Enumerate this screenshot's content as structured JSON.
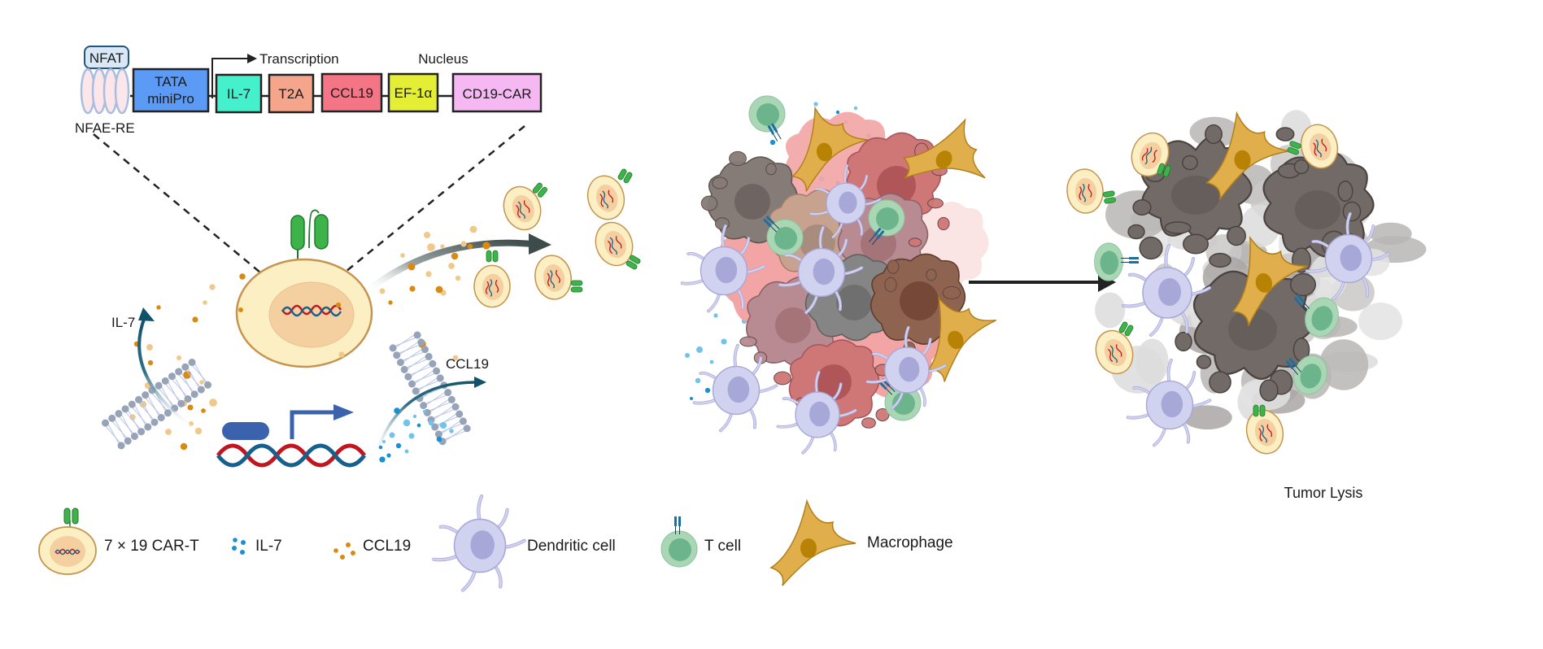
{
  "construct": {
    "nfat_label": "NFAT",
    "response_element_label": "NFAE-RE",
    "transcription_label": "Transcription",
    "nucleus_label": "Nucleus",
    "promoter": {
      "line1": "TATA",
      "line2": "miniPro",
      "color": "#5b9bf5"
    },
    "segments": [
      {
        "label": "IL-7",
        "color": "#45f0cc"
      },
      {
        "label": "T2A",
        "color": "#f5a58c"
      },
      {
        "label": "CCL19",
        "color": "#f47686"
      },
      {
        "label": "EF-1α",
        "color": "#e3ee35"
      },
      {
        "label": "CD19-CAR",
        "color": "#f6b8f2"
      }
    ]
  },
  "secretion": {
    "il7_label": "IL-7",
    "ccl19_label": "CCL19"
  },
  "result": {
    "tumor_lysis_label": "Tumor Lysis"
  },
  "legend": {
    "items": [
      {
        "key": "car-t",
        "label": "7 × 19 CAR-T"
      },
      {
        "key": "il-7",
        "label": "IL-7",
        "color": "#1a8fd1"
      },
      {
        "key": "ccl19",
        "label": "CCL19",
        "color": "#d98a12"
      },
      {
        "key": "dendritic-cell",
        "label": "Dendritic cell"
      },
      {
        "key": "t-cell",
        "label": "T cell"
      },
      {
        "key": "macrophage",
        "label": "Macrophage"
      }
    ]
  },
  "colors": {
    "car_t_cytoplasm": "#fcefc4",
    "car_t_membrane": "#c59550",
    "car_t_nucleus": "#f4cfa0",
    "car_receptor": "#3db34a",
    "t_cell_outer": "#a9d6b5",
    "t_cell_inner": "#6cb48c",
    "tcr": "#1d6fa0",
    "dendritic": "#d1d1f0",
    "dendritic_nucleus": "#a7a7d8",
    "macrophage": "#e0ae4a",
    "macrophage_nucleus": "#b88204",
    "tumor_pink": "#f3a4a4",
    "tumor_rose": "#cf7677",
    "tumor_mauve": "#b78b91",
    "tumor_brown": "#8e6350",
    "tumor_gray": "#7f7a78",
    "tumor_tan": "#c7a28e",
    "lysis_dark": "#726a66",
    "lysis_light": "#d3d3d3",
    "dna_red": "#c0161f",
    "dna_blue": "#16608e",
    "arrow_dark": "#222222",
    "arrow_teal": "#0f5269"
  }
}
